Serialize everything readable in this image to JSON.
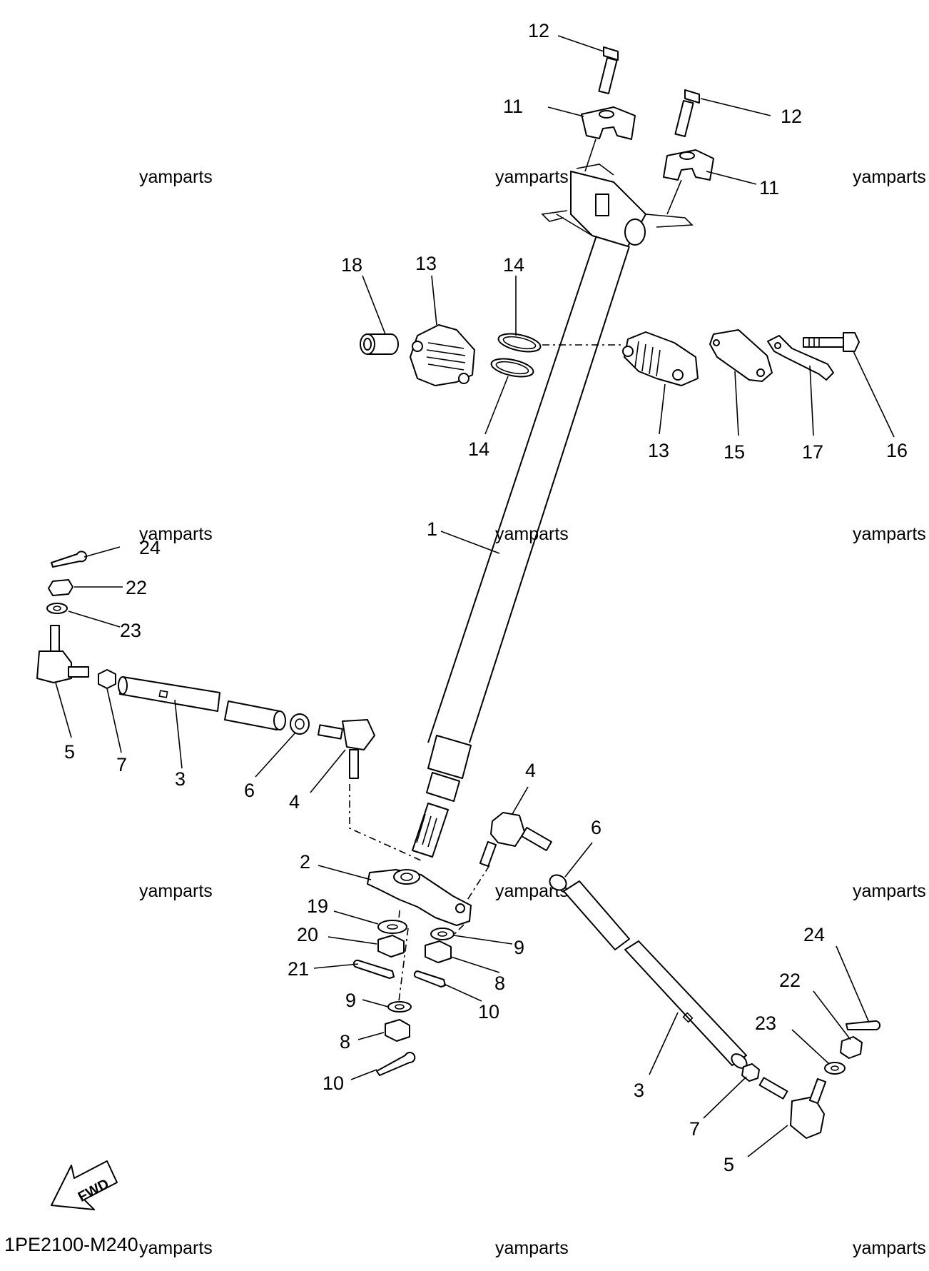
{
  "watermark": "yamparts",
  "diagram_code": "1PE2100-M240",
  "fwd_label": "FWD",
  "callouts": {
    "c12a": "12",
    "c12b": "12",
    "c11a": "11",
    "c11b": "11",
    "c18": "18",
    "c13a": "13",
    "c14a": "14",
    "c14b": "14",
    "c13b": "13",
    "c15": "15",
    "c17": "17",
    "c16": "16",
    "c1": "1",
    "c24a": "24",
    "c22a": "22",
    "c23a": "23",
    "c5a": "5",
    "c7a": "7",
    "c3a": "3",
    "c6a": "6",
    "c4a": "4",
    "c4b": "4",
    "c6b": "6",
    "c2": "2",
    "c19": "19",
    "c20": "20",
    "c21": "21",
    "c9a": "9",
    "c8a": "8",
    "c10a": "10",
    "c9b": "9",
    "c8b": "8",
    "c10b": "10",
    "c24b": "24",
    "c22b": "22",
    "c23b": "23",
    "c3b": "3",
    "c7b": "7",
    "c5b": "5"
  }
}
